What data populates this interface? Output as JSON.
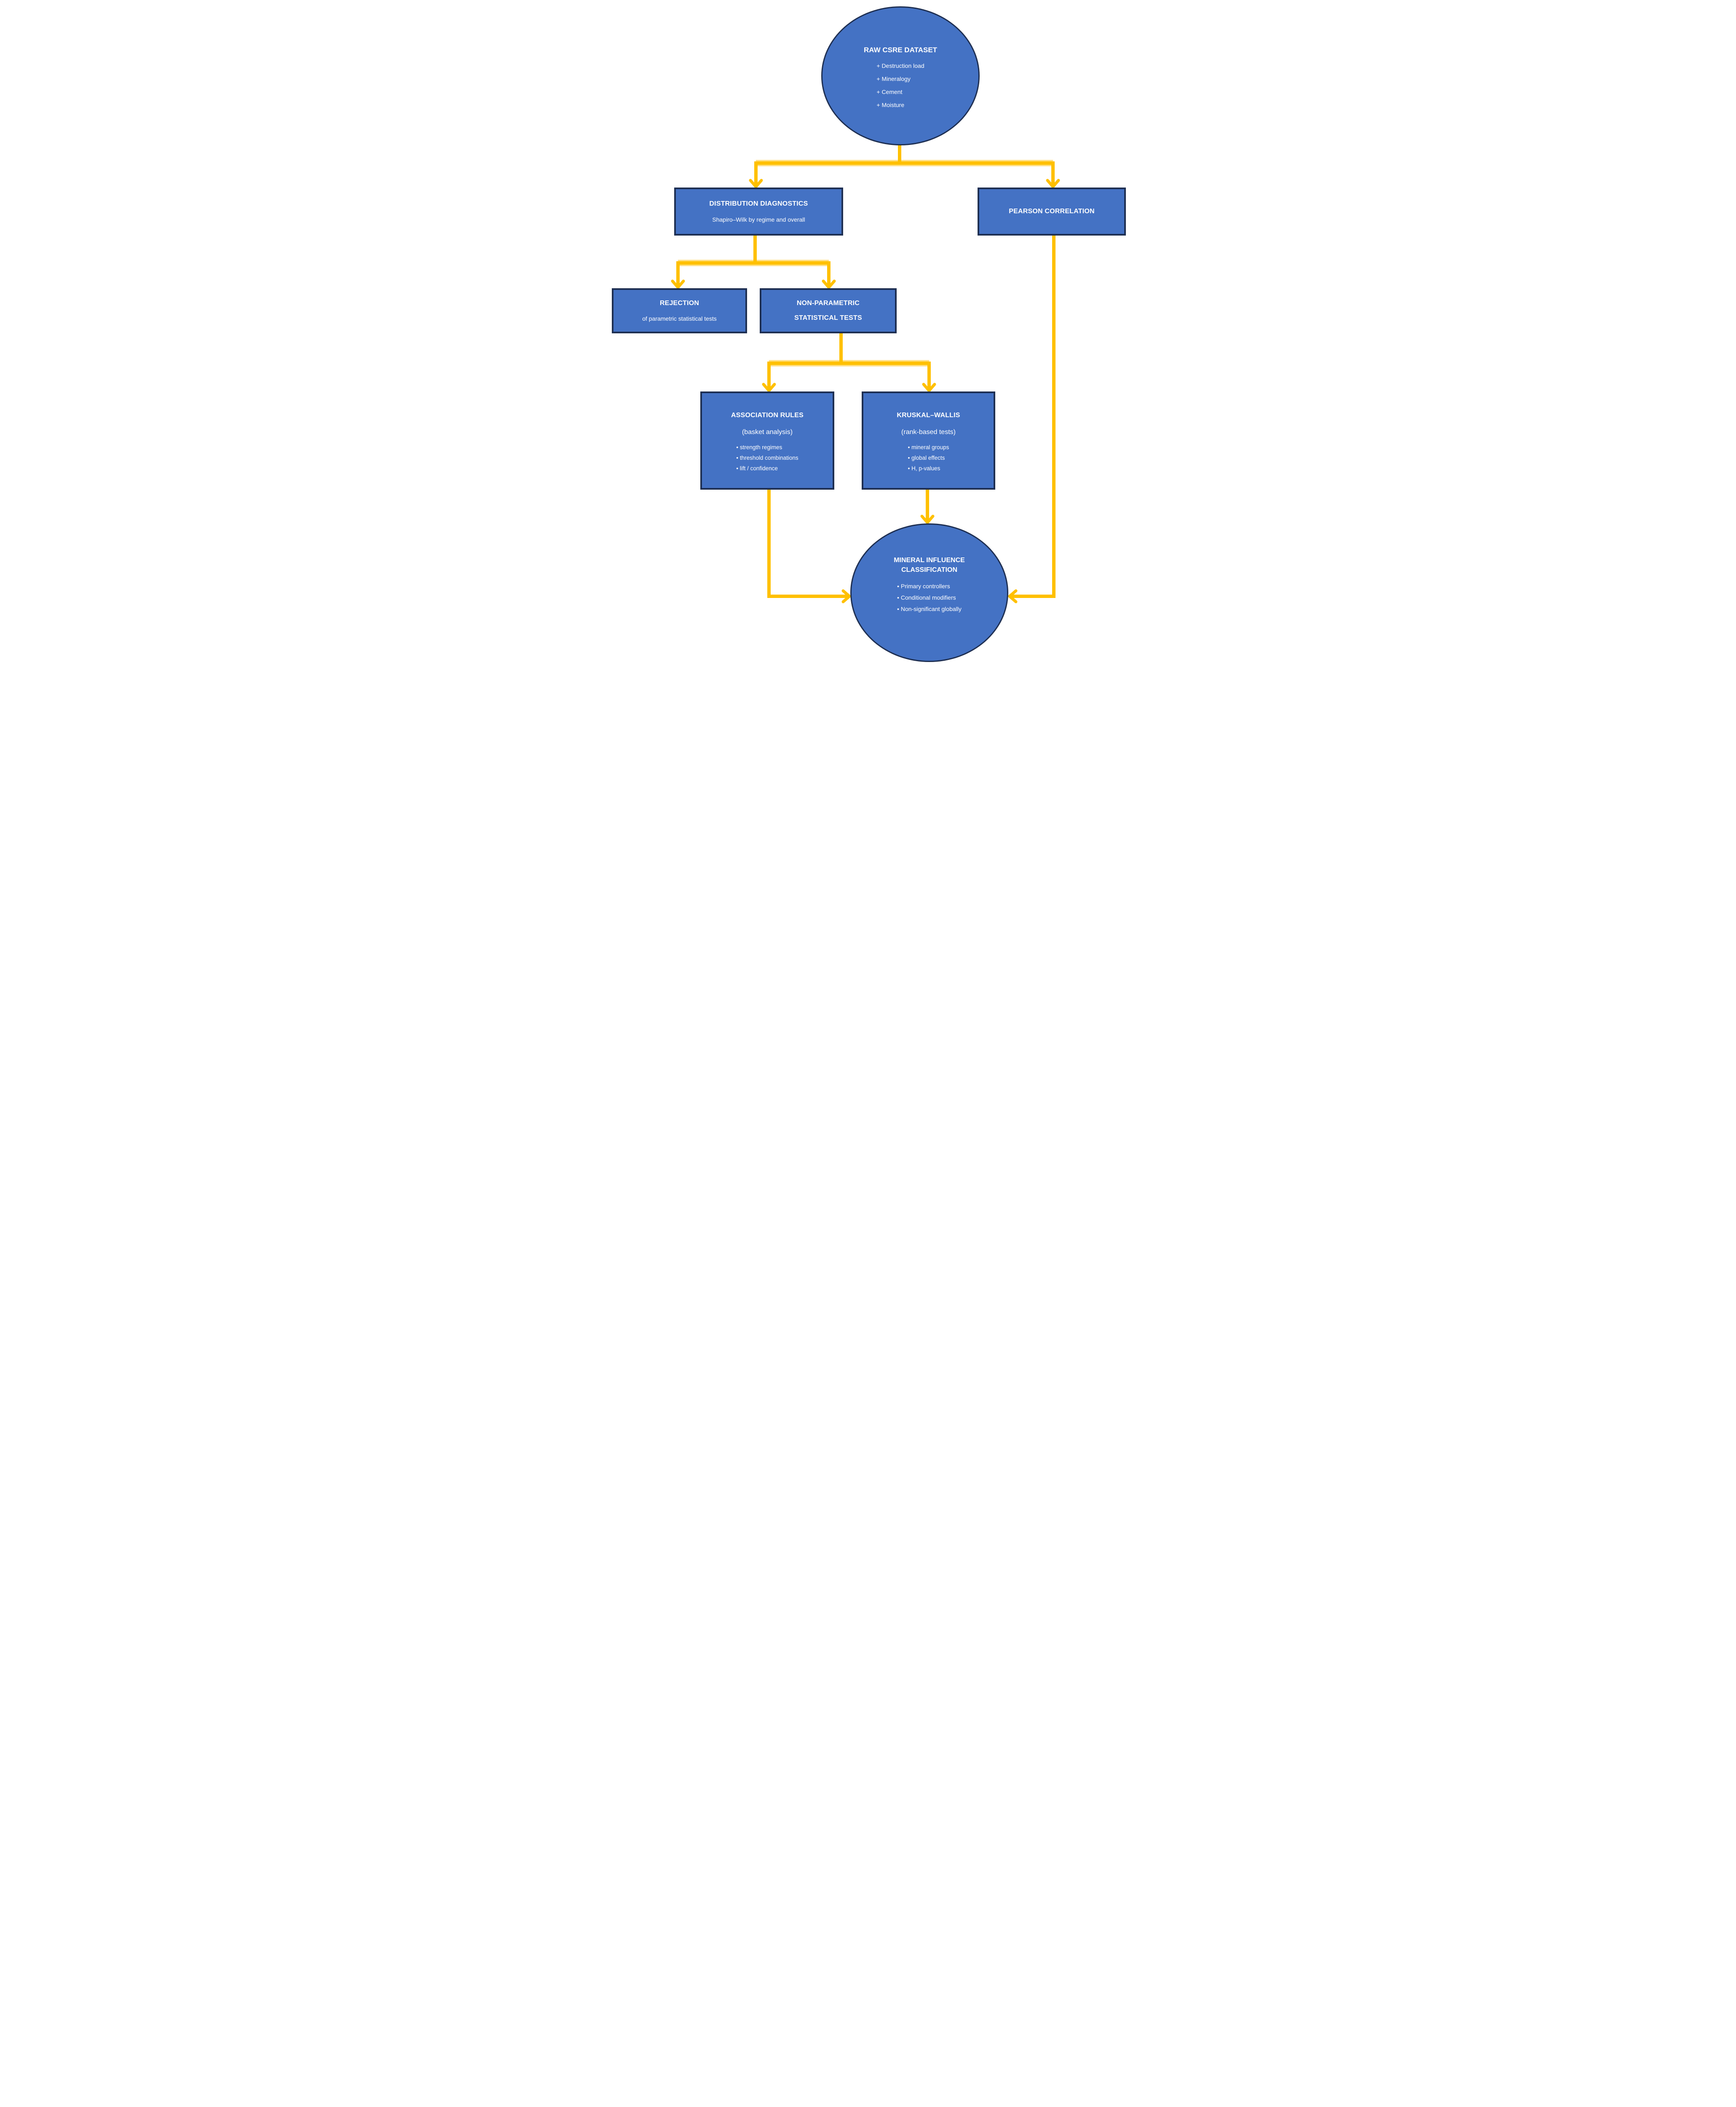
{
  "diagram": {
    "colors": {
      "background": "#FFFFFF",
      "node_fill": "#4472C4",
      "node_border": "#1E2F52",
      "arrow": "#FFC000",
      "arrow_halo": "#FFDE7F",
      "text_color": "#FFFFFF"
    },
    "nodes": {
      "raw_dataset": {
        "title": "RAW CSRE DATASET",
        "items": [
          "+ Destruction load",
          "+ Mineralogy",
          "+ Cement",
          "+ Moisture"
        ]
      },
      "distribution_diagnostics": {
        "title": "DISTRIBUTION DIAGNOSTICS",
        "subtitle": "Shapiro–Wilk by regime and overall"
      },
      "pearson_correlation": {
        "title": "PEARSON CORRELATION"
      },
      "rejection": {
        "title": "REJECTION",
        "subtitle": "of parametric statistical tests"
      },
      "non_parametric": {
        "title_line1": "NON-PARAMETRIC",
        "title_line2": "STATISTICAL TESTS"
      },
      "association_rules": {
        "title": "ASSOCIATION RULES",
        "subtitle": "(basket analysis)",
        "items": [
          "• strength regimes",
          "• threshold combinations",
          "• lift / confidence"
        ]
      },
      "kruskal_wallis": {
        "title": "KRUSKAL–WALLIS",
        "subtitle": "(rank-based tests)",
        "items": [
          "• mineral groups",
          "• global effects",
          "• H, p-values"
        ]
      },
      "mineral_influence": {
        "title_line1": "MINERAL INFLUENCE",
        "title_line2": "CLASSIFICATION",
        "items": [
          "• Primary controllers",
          "• Conditional modifiers",
          "• Non-significant globally"
        ]
      }
    }
  }
}
